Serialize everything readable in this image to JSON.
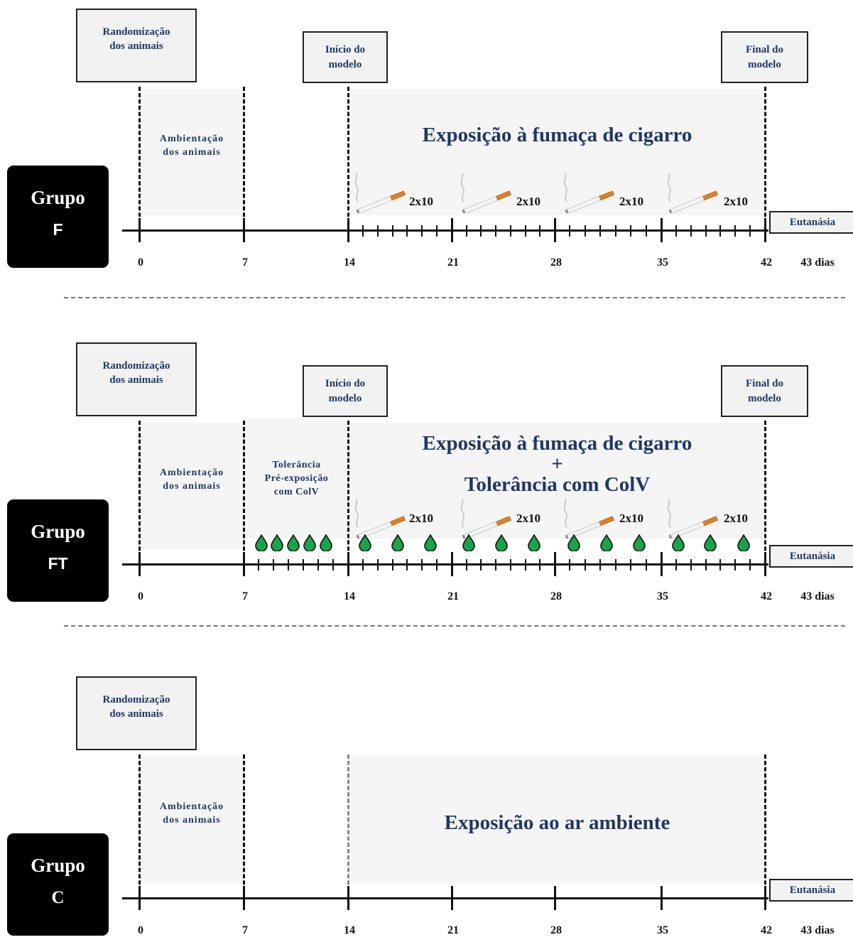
{
  "axis": {
    "ticks": [
      "0",
      "7",
      "14",
      "21",
      "28",
      "35",
      "42"
    ],
    "end_label": "43 dias"
  },
  "labels": {
    "randomization": "Randomização\ndos animais",
    "start_model": "Início do\nmodelo",
    "end_model": "Final do\nmodelo",
    "ambientation": "Ambientação\ndos animais",
    "euthanasia": "Eutanásia",
    "dose": "2x10"
  },
  "panels": [
    {
      "group_line1": "Grupo",
      "group_line2": "F",
      "main_text": "Exposição à fumaça de cigarro",
      "pre_text": ""
    },
    {
      "group_line1": "Grupo",
      "group_line2": "FT",
      "main_text": "Exposição à fumaça de cigarro\n+\nTolerância com  ColV",
      "pre_text": "Tolerância\nPré-exposição\ncom ColV"
    },
    {
      "group_line1": "Grupo",
      "group_line2": "C",
      "main_text": "Exposição ao ar ambiente",
      "pre_text": ""
    }
  ],
  "colors": {
    "title_blue": "#1f3864",
    "drop_green": "#1aa34a",
    "shade": "#f5f5f5"
  },
  "icons": [
    "cigarette-icon",
    "drop-icon"
  ]
}
